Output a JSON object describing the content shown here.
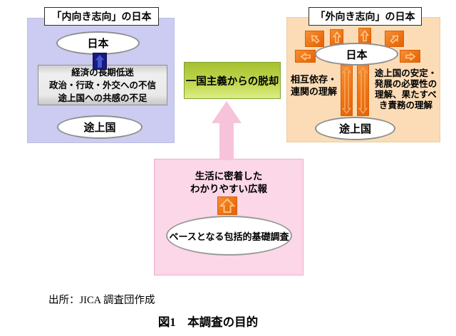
{
  "left_panel": {
    "title": "「内向き志向」の日本",
    "japan": "日本",
    "factors": [
      "経済の長期低迷",
      "政治・行政・外交への不信",
      "途上国への共感の不足"
    ],
    "developing": "途上国"
  },
  "right_panel": {
    "title": "「外向き志向」の日本",
    "japan": "日本",
    "left_note_lines": [
      "相互依存・",
      "連関の理解"
    ],
    "right_note_lines": [
      "途上国の安定・",
      "発展の必要性の",
      "理解、果たすべ",
      "き責務の理解"
    ],
    "developing": "途上国"
  },
  "center": {
    "goal": "一国主義からの脱却"
  },
  "bottom_panel": {
    "heading_lines": [
      "生活に密着した",
      "わかりやすい広報"
    ],
    "base": "ベースとなる包括的基礎調査"
  },
  "footer": {
    "source": "出所：JICA 調査団作成",
    "caption": "図1　本調査の目的"
  },
  "colors": {
    "left_panel_bg": "#ccccf2",
    "right_panel_bg": "#fbdcb6",
    "pink_panel_bg": "#fbd7e7",
    "gray_box_bg": "#e9e9e9",
    "goal_box_gradient": [
      "#a6c130",
      "#dcee86"
    ],
    "orange_arrow": "#ee7415",
    "navy_arrow": "#1a1a7e",
    "pink_arrow": "#f7c3da"
  }
}
